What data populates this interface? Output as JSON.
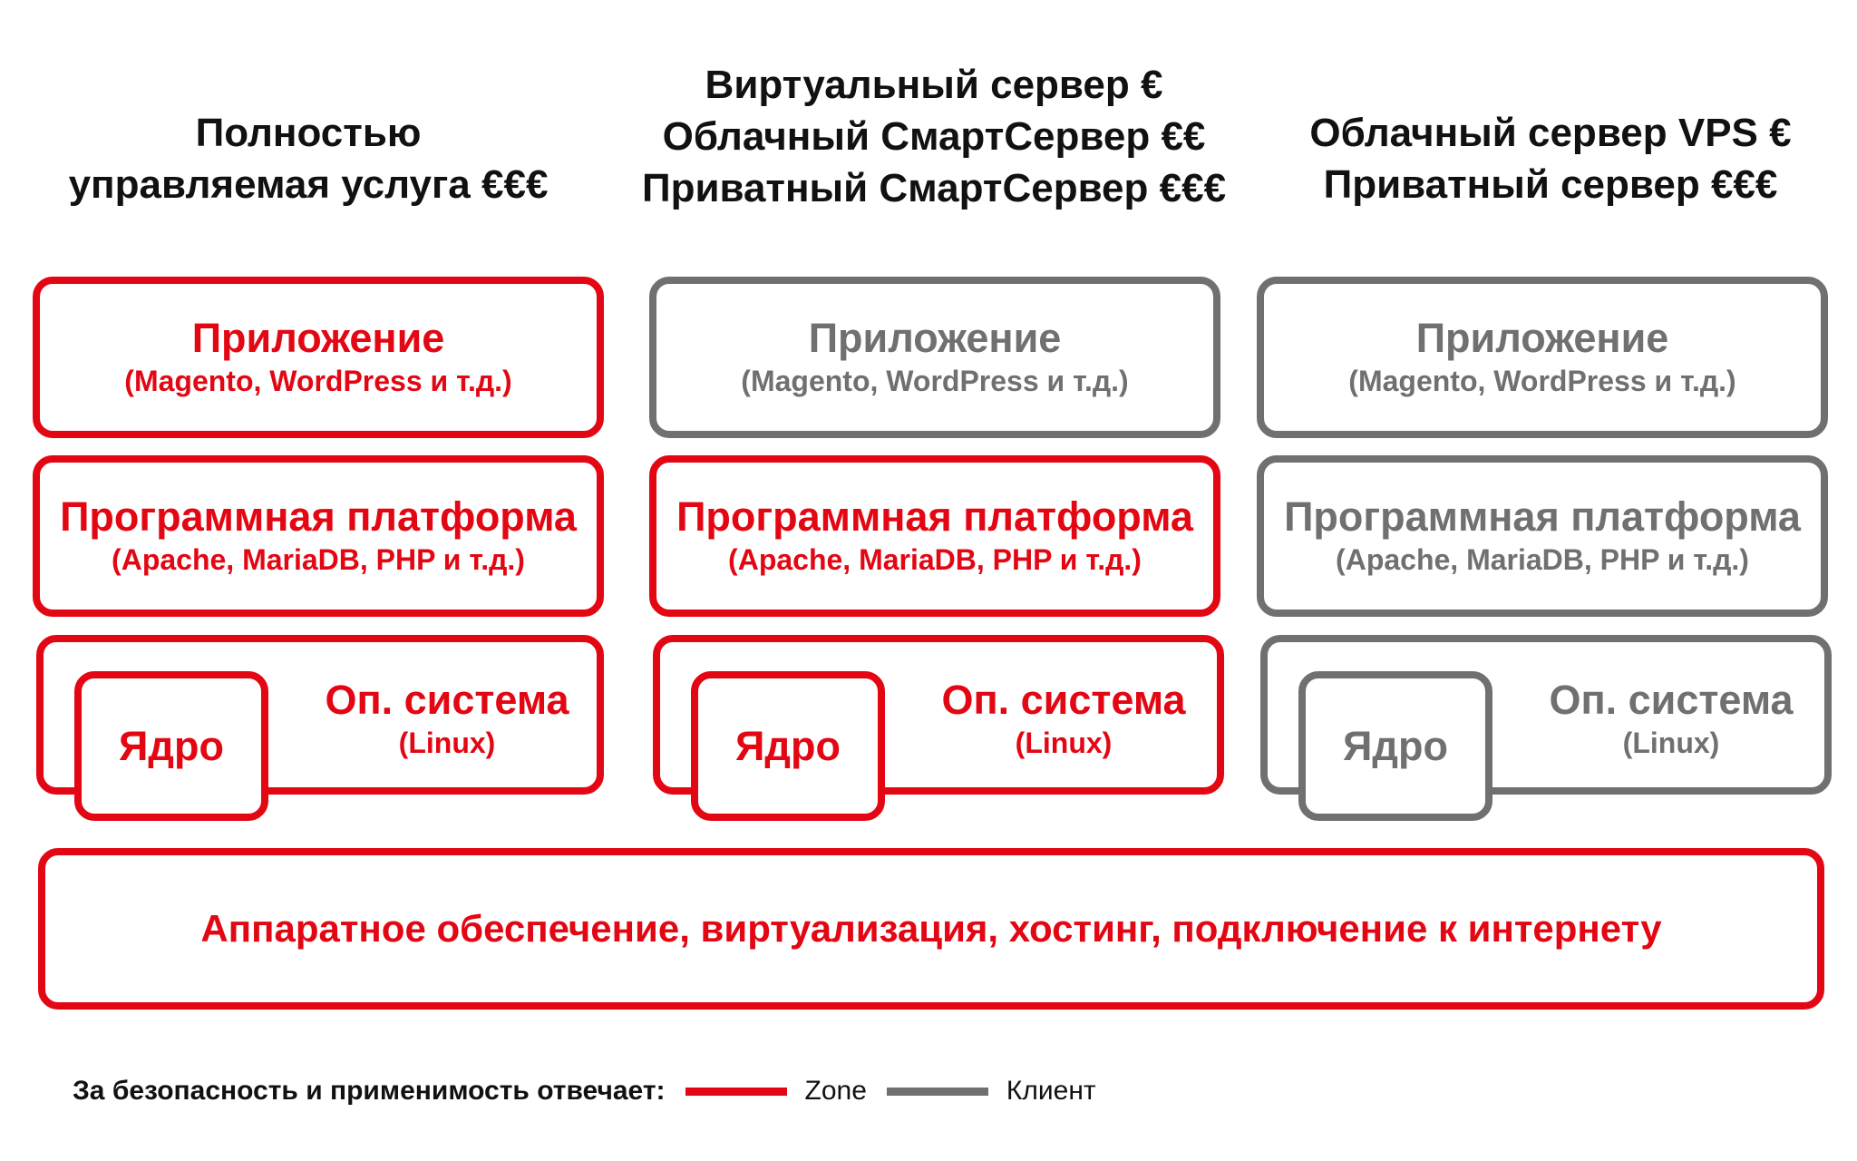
{
  "columns": [
    {
      "title_lines": [
        "Полностью",
        "управляемая услуга €€€"
      ],
      "application": {
        "label": "Приложение",
        "sublabel": "(Magento, WordPress и т.д.)",
        "owner": "zone"
      },
      "platform": {
        "label": "Программная платформа",
        "sublabel": "(Apache, MariaDB, PHP и т.д.)",
        "owner": "zone"
      },
      "os": {
        "label": "Оп. система",
        "sublabel": "(Linux)",
        "kernel": "Ядро",
        "owner": "zone"
      }
    },
    {
      "title_lines": [
        "Виртуальный сервер €",
        "Облачный СмартСервер €€",
        "Приватный СмартСервер €€€"
      ],
      "application": {
        "label": "Приложение",
        "sublabel": "(Magento, WordPress и т.д.)",
        "owner": "client"
      },
      "platform": {
        "label": "Программная платформа",
        "sublabel": "(Apache, MariaDB, PHP и т.д.)",
        "owner": "zone"
      },
      "os": {
        "label": "Оп. система",
        "sublabel": "(Linux)",
        "kernel": "Ядро",
        "owner": "zone"
      }
    },
    {
      "title_lines": [
        "Облачный сервер VPS €",
        "Приватный сервер €€€"
      ],
      "application": {
        "label": "Приложение",
        "sublabel": "(Magento, WordPress и т.д.)",
        "owner": "client"
      },
      "platform": {
        "label": "Программная платформа",
        "sublabel": "(Apache, MariaDB, PHP и т.д.)",
        "owner": "client"
      },
      "os": {
        "label": "Оп. система",
        "sublabel": "(Linux)",
        "kernel": "Ядро",
        "owner": "client"
      }
    }
  ],
  "hardware": {
    "label": "Аппаратное обеспечение, виртуализация, хостинг, подключение к интернету",
    "owner": "zone"
  },
  "legend": {
    "title": "За безопасность и применимость отвечает:",
    "items": [
      {
        "label": "Zone",
        "color": "#e30613"
      },
      {
        "label": "Клиент",
        "color": "#707070"
      }
    ]
  },
  "colors": {
    "zone": "#e30613",
    "client": "#707070"
  }
}
